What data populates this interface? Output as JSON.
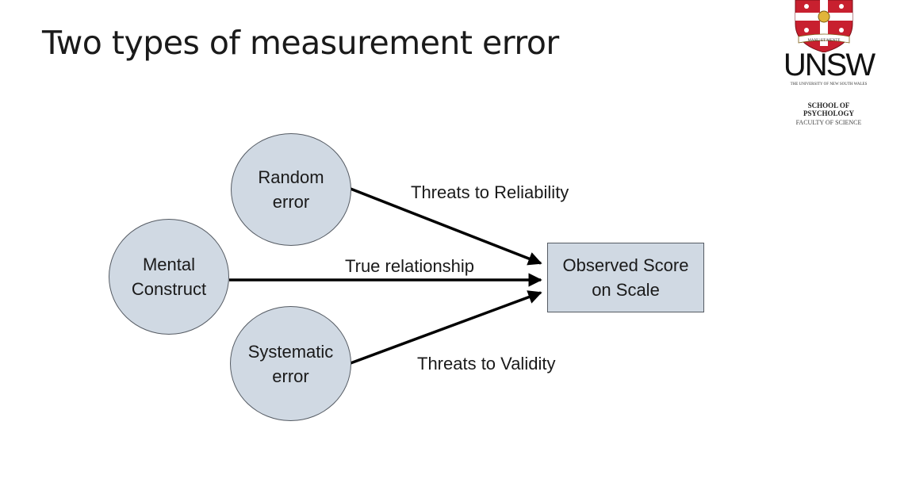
{
  "slide": {
    "title": "Two types of measurement error"
  },
  "logo": {
    "wordmark": "UNSW",
    "crest_motto": "MANU ET MENTE",
    "university": "THE UNIVERSITY OF NEW SOUTH WALES",
    "school_line1": "SCHOOL OF",
    "school_line2": "PSYCHOLOGY",
    "faculty": "FACULTY OF SCIENCE",
    "colors": {
      "crest_red": "#c8202f",
      "crest_gold": "#e0b43a"
    }
  },
  "diagram": {
    "nodes": {
      "random_error": {
        "line1": "Random",
        "line2": "error"
      },
      "mental_construct": {
        "line1": "Mental",
        "line2": "Construct"
      },
      "systematic_error": {
        "line1": "Systematic",
        "line2": "error"
      },
      "observed_score": {
        "line1": "Observed Score",
        "line2": "on Scale"
      }
    },
    "edges": {
      "reliability": "Threats to Reliability",
      "true_relationship": "True relationship",
      "validity": "Threats to Validity"
    },
    "colors": {
      "node_fill": "#d0d9e3",
      "node_stroke": "#555b63",
      "arrow": "#000000"
    }
  }
}
